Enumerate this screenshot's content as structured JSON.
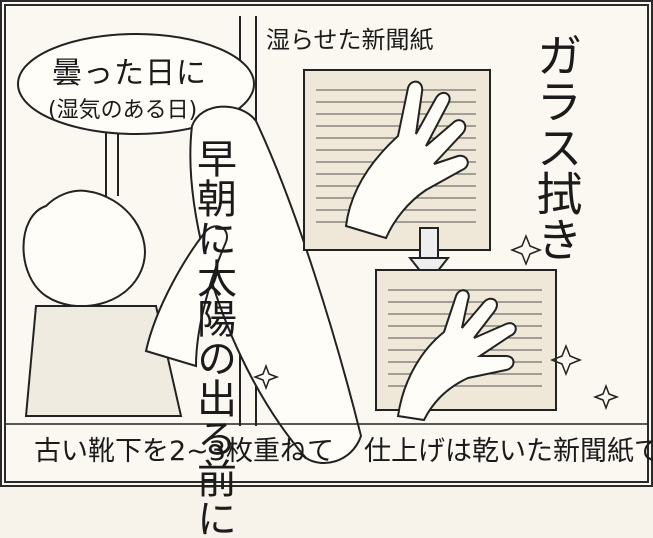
{
  "bubble": {
    "line1": "曇った日に",
    "line2": "(湿気のある日)"
  },
  "label_wet_newspaper": "湿らせた新聞紙",
  "title": "ガラス拭き",
  "vertical_advice": "早朝に太陽の出る前に",
  "caption_left": "古い靴下を2~3枚重ねて",
  "caption_right": "仕上げは乾いた新聞紙で"
}
